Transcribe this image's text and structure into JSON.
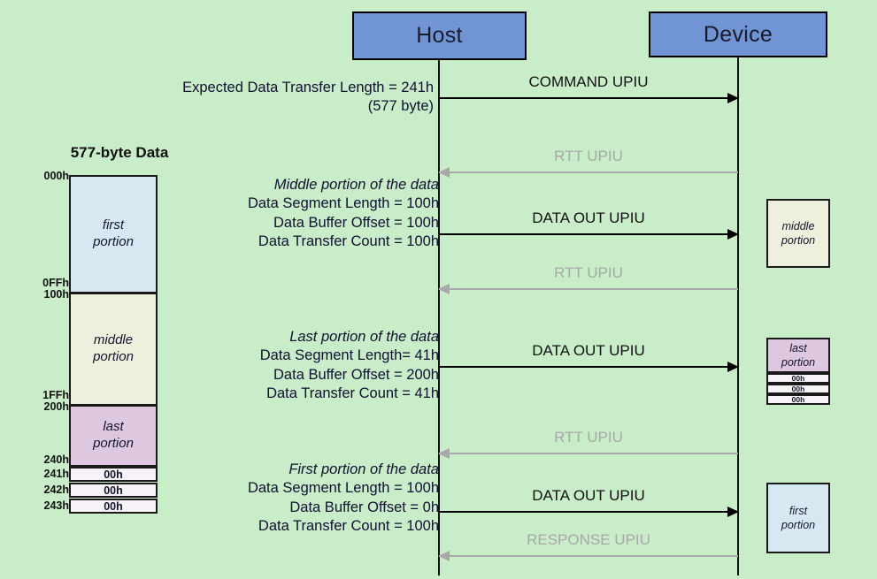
{
  "actors": {
    "host": "Host",
    "device": "Device"
  },
  "command_note": {
    "line1": "Expected Data Transfer Length = 241h",
    "line2": "(577 byte)"
  },
  "buffer": {
    "title": "577-byte Data",
    "segments": [
      {
        "name_line1": "first",
        "name_line2": "portion",
        "start": "000h",
        "end": "0FFh",
        "color": "#d6e9f2"
      },
      {
        "name_line1": "middle",
        "name_line2": "portion",
        "start": "100h",
        "end": "1FFh",
        "color": "#eef0dd"
      },
      {
        "name_line1": "last",
        "name_line2": "portion",
        "start": "200h",
        "end": "240h",
        "color": "#ddc8e0"
      }
    ],
    "padding_rows": [
      {
        "addr": "241h",
        "value": "00h"
      },
      {
        "addr": "242h",
        "value": "00h"
      },
      {
        "addr": "243h",
        "value": "00h"
      }
    ]
  },
  "notes": [
    {
      "title": "Middle portion of the data",
      "lines": [
        "Data Segment Length = 100h",
        "Data Buffer Offset = 100h",
        "Data Transfer Count = 100h"
      ]
    },
    {
      "title": "Last portion of the data",
      "lines": [
        "Data Segment Length= 41h",
        "Data Buffer Offset = 200h",
        "Data Transfer Count =  41h"
      ]
    },
    {
      "title": "First portion of the data",
      "lines": [
        "Data Segment Length = 100h",
        "Data Buffer Offset =     0h",
        "Data Transfer Count = 100h"
      ]
    }
  ],
  "messages": [
    {
      "label": "COMMAND UPIU",
      "direction": "to-device",
      "style": "solid"
    },
    {
      "label": "RTT UPIU",
      "direction": "to-host",
      "style": "ghost"
    },
    {
      "label": "DATA OUT UPIU",
      "direction": "to-device",
      "style": "solid"
    },
    {
      "label": "RTT UPIU",
      "direction": "to-host",
      "style": "ghost"
    },
    {
      "label": "DATA OUT UPIU",
      "direction": "to-device",
      "style": "solid"
    },
    {
      "label": "RTT UPIU",
      "direction": "to-host",
      "style": "ghost"
    },
    {
      "label": "DATA OUT UPIU",
      "direction": "to-device",
      "style": "solid"
    },
    {
      "label": "RESPONSE UPIU",
      "direction": "to-host",
      "style": "ghost"
    }
  ],
  "device_chunks": [
    {
      "name_line1": "middle",
      "name_line2": "portion",
      "color": "#eef0dd",
      "padding": []
    },
    {
      "name_line1": "last",
      "name_line2": "portion",
      "color": "#ddc8e0",
      "padding": [
        "00h",
        "00h",
        "00h"
      ]
    },
    {
      "name_line1": "first",
      "name_line2": "portion",
      "color": "#d6e9f2",
      "padding": []
    }
  ],
  "colors": {
    "background": "#c9ecc9",
    "actor_fill": "#7094d4",
    "ghost_line": "#a8a8a8",
    "solid_line": "#000000"
  }
}
